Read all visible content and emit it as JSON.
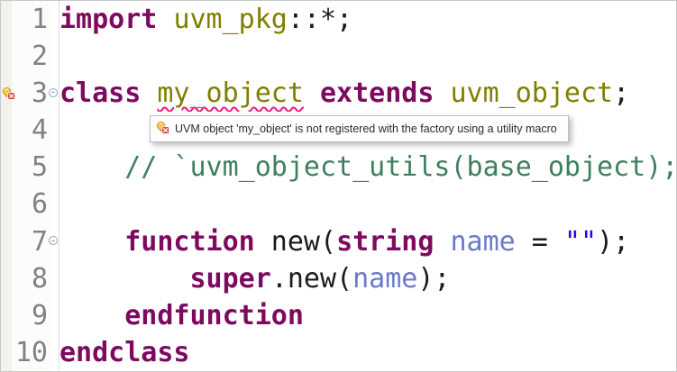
{
  "editor": {
    "lines": [
      {
        "n": "1",
        "segs": [
          [
            "k",
            "import"
          ],
          [
            "p",
            " "
          ],
          [
            "t",
            "uvm_pkg"
          ],
          [
            "p",
            "::*;"
          ]
        ]
      },
      {
        "n": "2",
        "segs": []
      },
      {
        "n": "3",
        "fold": true,
        "annotation": true,
        "segs": [
          [
            "k",
            "class"
          ],
          [
            "p",
            " "
          ],
          [
            "t err",
            "my_object"
          ],
          [
            "p",
            " "
          ],
          [
            "k",
            "extends"
          ],
          [
            "p",
            " "
          ],
          [
            "t",
            "uvm_object"
          ],
          [
            "p",
            ";"
          ]
        ]
      },
      {
        "n": "4",
        "segs": []
      },
      {
        "n": "5",
        "segs": [
          [
            "p",
            "    "
          ],
          [
            "c",
            "// `uvm_object_utils(base_object);"
          ]
        ]
      },
      {
        "n": "6",
        "segs": []
      },
      {
        "n": "7",
        "fold": true,
        "segs": [
          [
            "p",
            "    "
          ],
          [
            "k",
            "function"
          ],
          [
            "p",
            " new("
          ],
          [
            "k",
            "string"
          ],
          [
            "p",
            " "
          ],
          [
            "v",
            "name"
          ],
          [
            "p",
            " = "
          ],
          [
            "s",
            "\"\""
          ],
          [
            "p",
            ");"
          ]
        ]
      },
      {
        "n": "8",
        "segs": [
          [
            "p",
            "        "
          ],
          [
            "k",
            "super"
          ],
          [
            "p",
            ".new("
          ],
          [
            "v",
            "name"
          ],
          [
            "p",
            ");"
          ]
        ]
      },
      {
        "n": "9",
        "segs": [
          [
            "p",
            "    "
          ],
          [
            "k",
            "endfunction"
          ]
        ]
      },
      {
        "n": "10",
        "segs": [
          [
            "k",
            "endclass"
          ]
        ]
      }
    ]
  },
  "gutter": {
    "annotation_icon": "error-quickfix-icon",
    "fold_icon": "fold-collapse-icon"
  },
  "tooltip": {
    "icon": "error-quickfix-icon",
    "text": "UVM object 'my_object' is not registered with the factory using a utility macro"
  },
  "palette": {
    "keyword": "#7D0A5E",
    "type": "#7F7F00",
    "comment": "#3F7F5F",
    "variable": "#6B79CB",
    "string": "#2A00FF",
    "plain": "#1B1B1B",
    "line_number": "#828282",
    "error_squiggle": "#F0187F",
    "tooltip_border": "#BFBFBF",
    "frame_border": "#C8C8C8",
    "annotation_ruler_bg": "#F4F2EF"
  }
}
